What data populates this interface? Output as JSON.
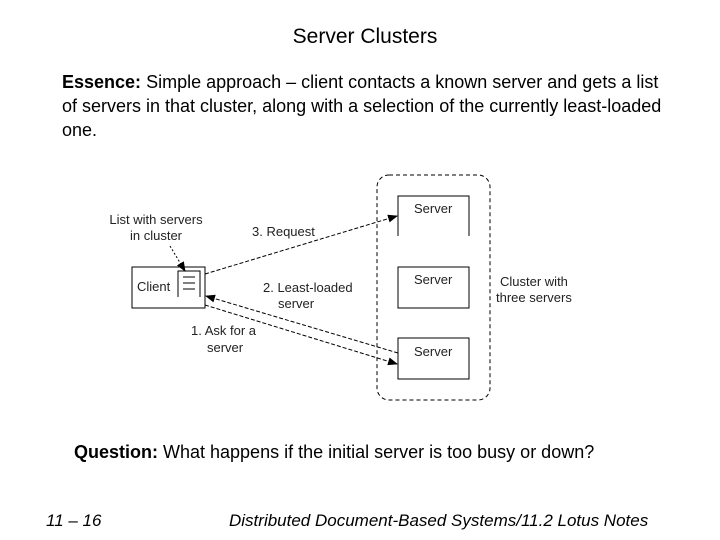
{
  "title": "Server Clusters",
  "essence": {
    "label": "Essence:",
    "text": " Simple approach – client contacts a known server and gets a list of servers in that cluster, along with a selection of the currently least-loaded one."
  },
  "diagram": {
    "client": "Client",
    "servers": [
      "Server",
      "Server",
      "Server"
    ],
    "list_label": [
      "List with servers",
      "in cluster"
    ],
    "step1": [
      "1. Ask for a",
      "server"
    ],
    "step2": [
      "2. Least-loaded",
      "server"
    ],
    "step3": "3. Request",
    "cluster_label": [
      "Cluster with",
      "three servers"
    ]
  },
  "question": {
    "label": "Question:",
    "text": " What happens if the initial server is too busy or down?"
  },
  "footer": {
    "page": "11 – 16",
    "course": "Distributed Document-Based Systems/11.2 Lotus Notes"
  }
}
